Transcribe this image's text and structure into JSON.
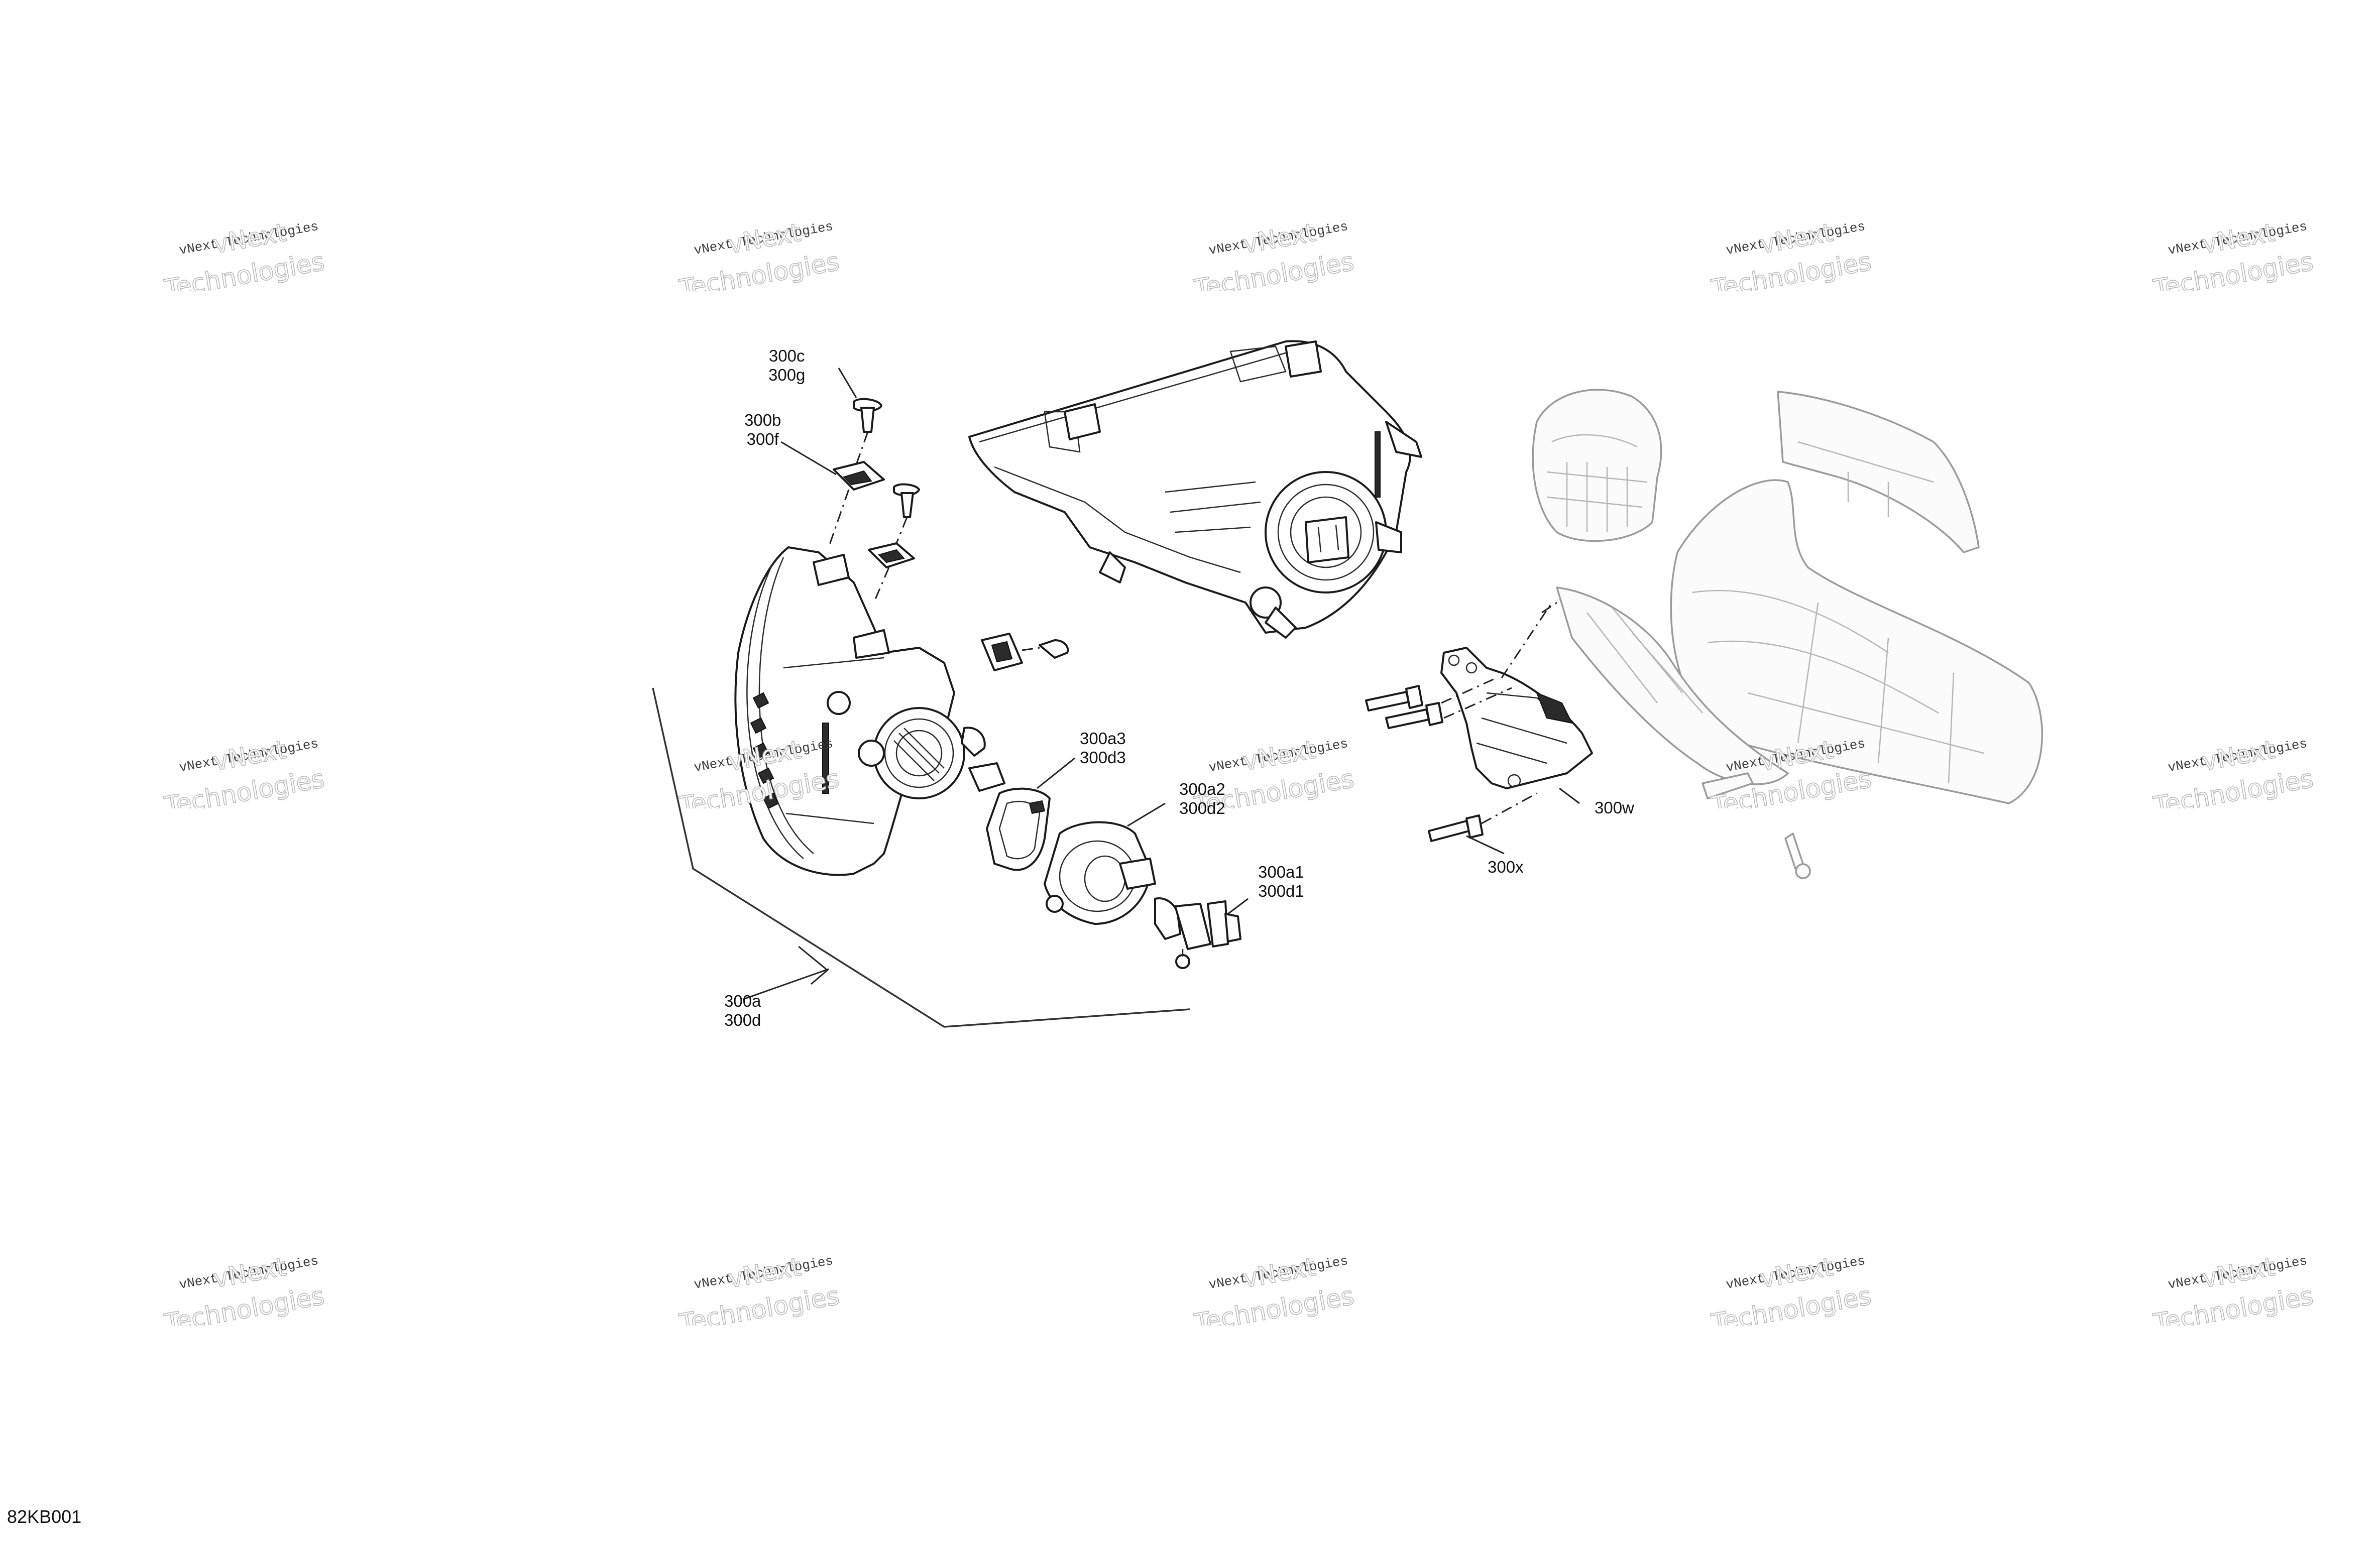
{
  "drawing_code": "82KB001",
  "watermark": {
    "small_text": "vNext Technologies",
    "large_line1": "vNext",
    "large_line2": "Technologies"
  },
  "callouts": {
    "screw_top": [
      "300c",
      "300g"
    ],
    "clip_top": [
      "300b",
      "300f"
    ],
    "bulb_ring": [
      "300a3",
      "300d3"
    ],
    "bulb_seal": [
      "300a2",
      "300d2"
    ],
    "bulb": [
      "300a1",
      "300d1"
    ],
    "headlamp_assembly": [
      "300a",
      "300d"
    ],
    "bracket": [
      "300w"
    ],
    "bracket_screw": [
      "300x"
    ]
  }
}
